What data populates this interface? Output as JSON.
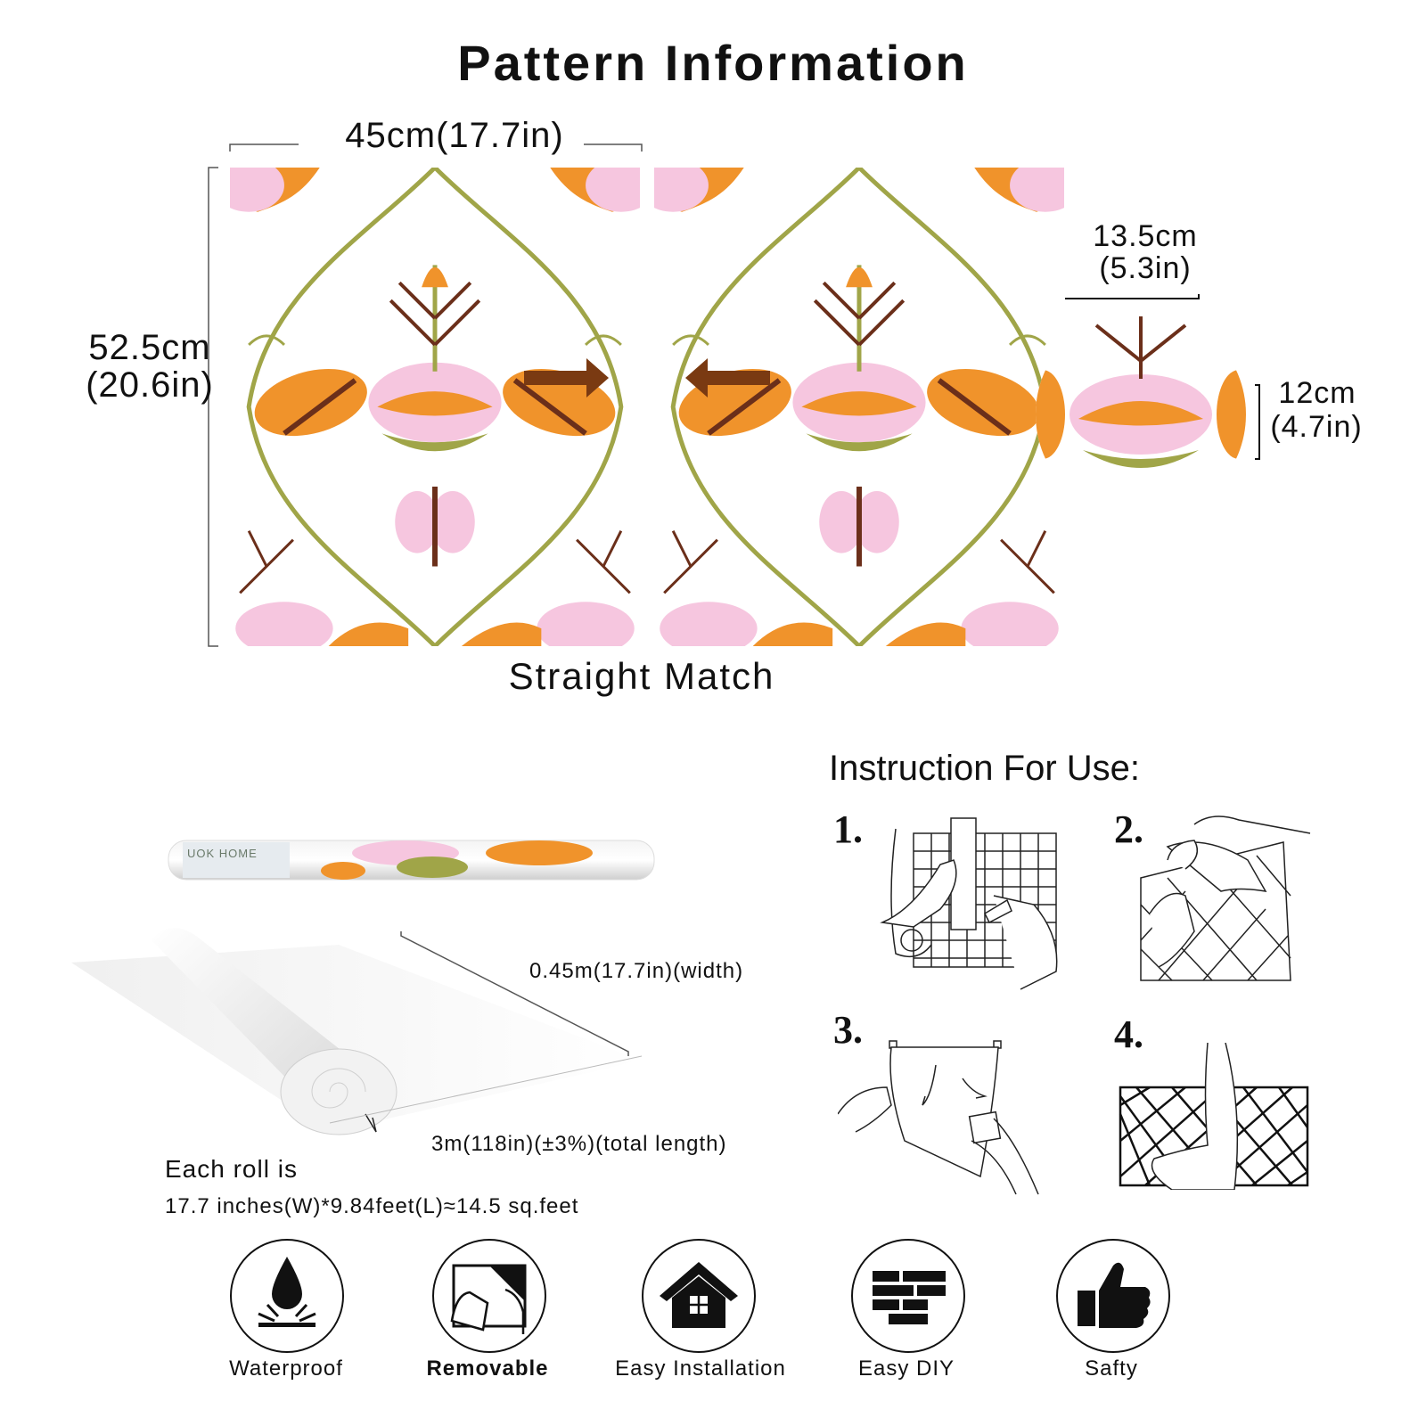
{
  "title": "Pattern Information",
  "pattern": {
    "width_label": "45cm(17.7in)",
    "height_label_cm": "52.5cm",
    "height_label_in": "(20.6in)",
    "repeat_width_cm": "13.5cm",
    "repeat_width_in": "(5.3in)",
    "repeat_height_cm": "12cm",
    "repeat_height_in": "(4.7in)",
    "match_label": "Straight Match",
    "colors": {
      "orange": "#f0932b",
      "pink": "#f6c6df",
      "olive": "#a0a548",
      "brown": "#6b2f1a",
      "arrow": "#7a3a12"
    }
  },
  "roll": {
    "brand": "UOK HOME",
    "width_label": "0.45m(17.7in)(width)",
    "length_label": "3m(118in)(±3%)(total length)",
    "each_roll_line1": "Each roll is",
    "each_roll_line2": "17.7 inches(W)*9.84feet(L)≈14.5 sq.feet"
  },
  "instructions": {
    "title": "Instruction For Use:",
    "steps": [
      "1.",
      "2.",
      "3.",
      "4."
    ]
  },
  "features": [
    {
      "label": "Waterproof",
      "icon": "water-drop-icon"
    },
    {
      "label": "Removable",
      "icon": "peel-hand-icon"
    },
    {
      "label": "Easy Installation",
      "icon": "house-icon"
    },
    {
      "label": "Easy DIY",
      "icon": "brick-wall-icon"
    },
    {
      "label": "Safty",
      "icon": "thumbs-up-icon"
    }
  ]
}
